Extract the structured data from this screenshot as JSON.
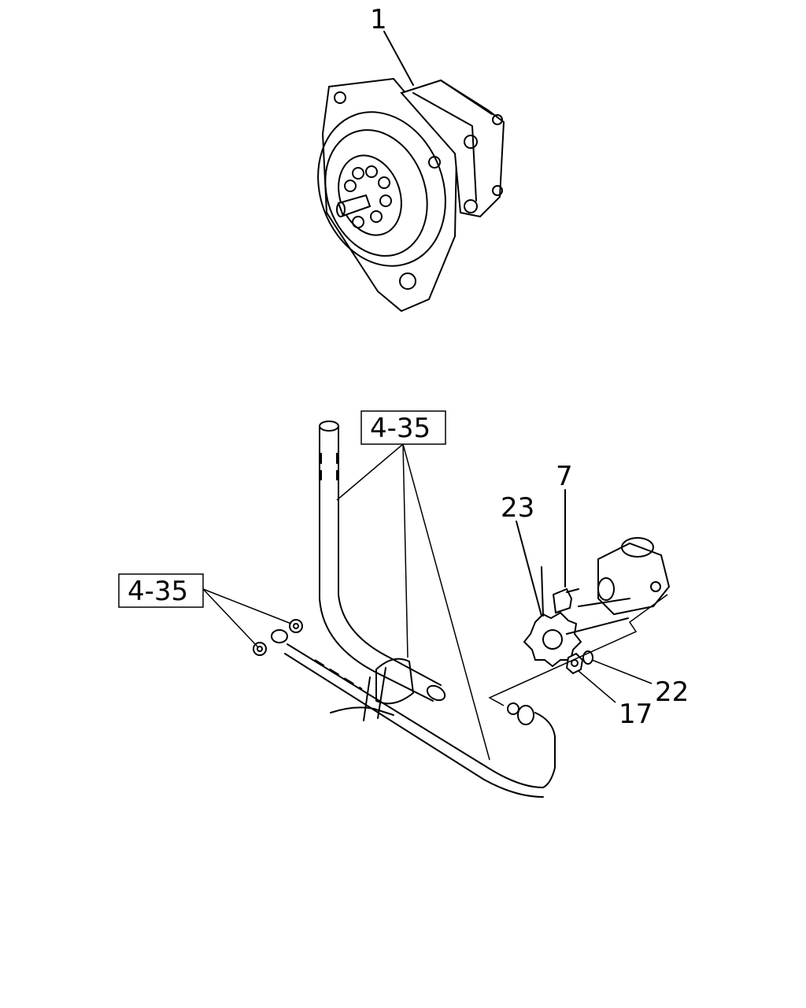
{
  "callouts": {
    "c1": "1",
    "c7": "7",
    "c23": "23",
    "c22": "22",
    "c17": "17"
  },
  "refs": {
    "ref_upper": "4-35",
    "ref_left": "4-35"
  }
}
